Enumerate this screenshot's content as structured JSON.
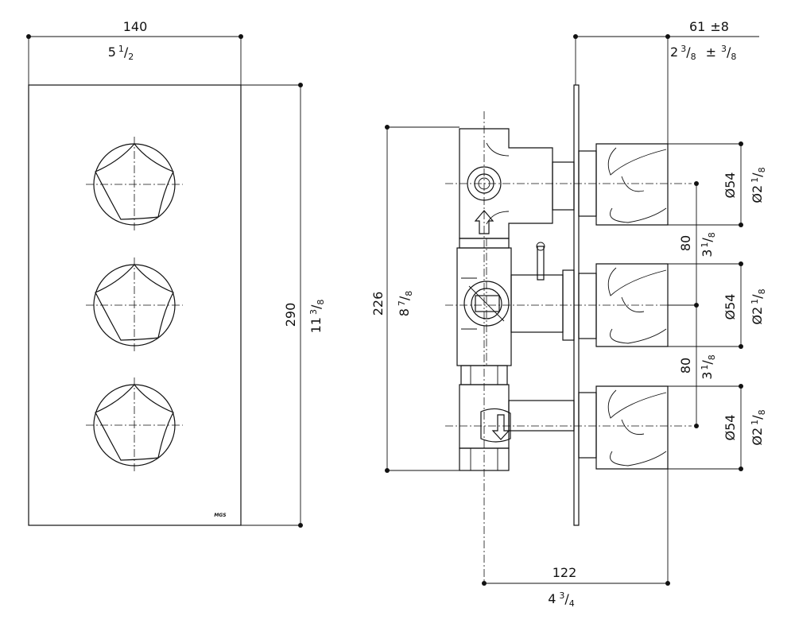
{
  "front_view": {
    "width_mm": "140",
    "width_in_whole": "5",
    "width_in_num": "1",
    "width_in_den": "2",
    "height_mm": "290",
    "height_in_whole": "11",
    "height_in_num": "3",
    "height_in_den": "8",
    "brand_mark": "MGS"
  },
  "side_view": {
    "depth_mm": "61",
    "depth_tol_mm": "±8",
    "depth_in_whole": "2",
    "depth_in_num": "3",
    "depth_in_den": "8",
    "depth_tol_in_sign": "±",
    "depth_tol_in_num": "3",
    "depth_tol_in_den": "8",
    "body_height_mm": "226",
    "body_height_in_whole": "8",
    "body_height_in_num": "7",
    "body_height_in_den": "8",
    "spacing_upper_mm": "80",
    "spacing_upper_in_whole": "3",
    "spacing_upper_in_num": "1",
    "spacing_upper_in_den": "8",
    "spacing_lower_mm": "80",
    "spacing_lower_in_whole": "3",
    "spacing_lower_in_num": "1",
    "spacing_lower_in_den": "8",
    "knob_dia": [
      {
        "mm": "Ø54",
        "in_whole": "Ø2",
        "in_num": "1",
        "in_den": "8"
      },
      {
        "mm": "Ø54",
        "in_whole": "Ø2",
        "in_num": "1",
        "in_den": "8"
      },
      {
        "mm": "Ø54",
        "in_whole": "Ø2",
        "in_num": "1",
        "in_den": "8"
      }
    ],
    "projection_mm": "122",
    "projection_in_whole": "4",
    "projection_in_num": "3",
    "projection_in_den": "4"
  }
}
